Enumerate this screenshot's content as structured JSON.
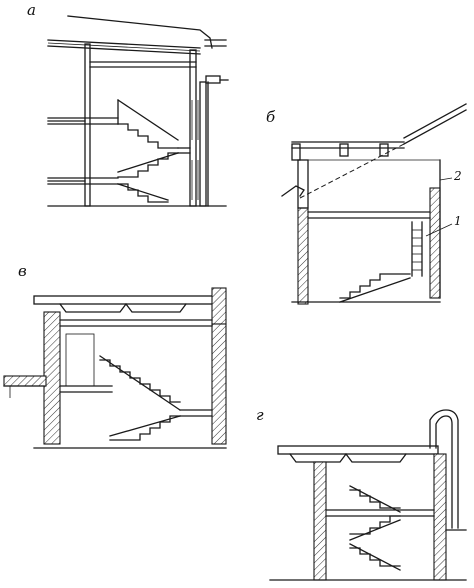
{
  "figure": {
    "panels": [
      {
        "id": "a",
        "label": "а"
      },
      {
        "id": "b",
        "label": "б",
        "callouts": [
          "2",
          "1"
        ]
      },
      {
        "id": "v",
        "label": "в"
      },
      {
        "id": "g",
        "label": "г"
      }
    ],
    "colors": {
      "ink": "#1a1a1a",
      "paper": "#ffffff"
    }
  }
}
